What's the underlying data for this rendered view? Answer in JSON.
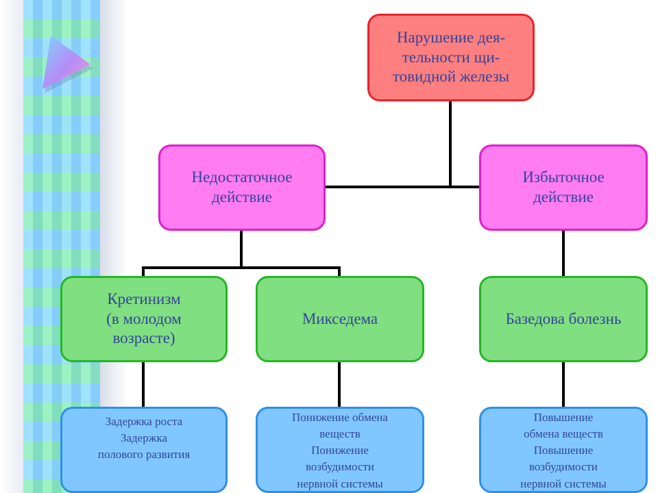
{
  "diagram": {
    "root": {
      "lines": [
        "Нарушение дея-",
        "тельности щи-",
        "товидной железы"
      ]
    },
    "branches": [
      {
        "lines": [
          "Недостаточное",
          "действие"
        ]
      },
      {
        "lines": [
          "Избыточное",
          "действие"
        ]
      }
    ],
    "diseases": [
      {
        "lines": [
          "Кретинизм",
          "(в молодом",
          "возрасте)"
        ]
      },
      {
        "lines": [
          "Микседема"
        ]
      },
      {
        "lines": [
          "Базедова болезнь"
        ]
      }
    ],
    "effects": [
      {
        "lines": [
          "Задержка роста",
          "Задержка",
          "полового развития"
        ]
      },
      {
        "lines": [
          "Понижение обмена",
          "веществ",
          "Понижение",
          "возбудимости",
          "нервной системы"
        ]
      },
      {
        "lines": [
          "Повышение",
          "обмена веществ",
          "Повышение",
          "возбудимости",
          "нервной системы"
        ]
      }
    ],
    "colors": {
      "root_fill": "#fe7f7f",
      "branch_fill": "#ff7cf1",
      "disease_fill": "#80df80",
      "effect_fill": "#80c7ff",
      "text": "#34449a",
      "connector": "#000000"
    },
    "decor_icons": [
      "play-triangle-icon"
    ]
  }
}
